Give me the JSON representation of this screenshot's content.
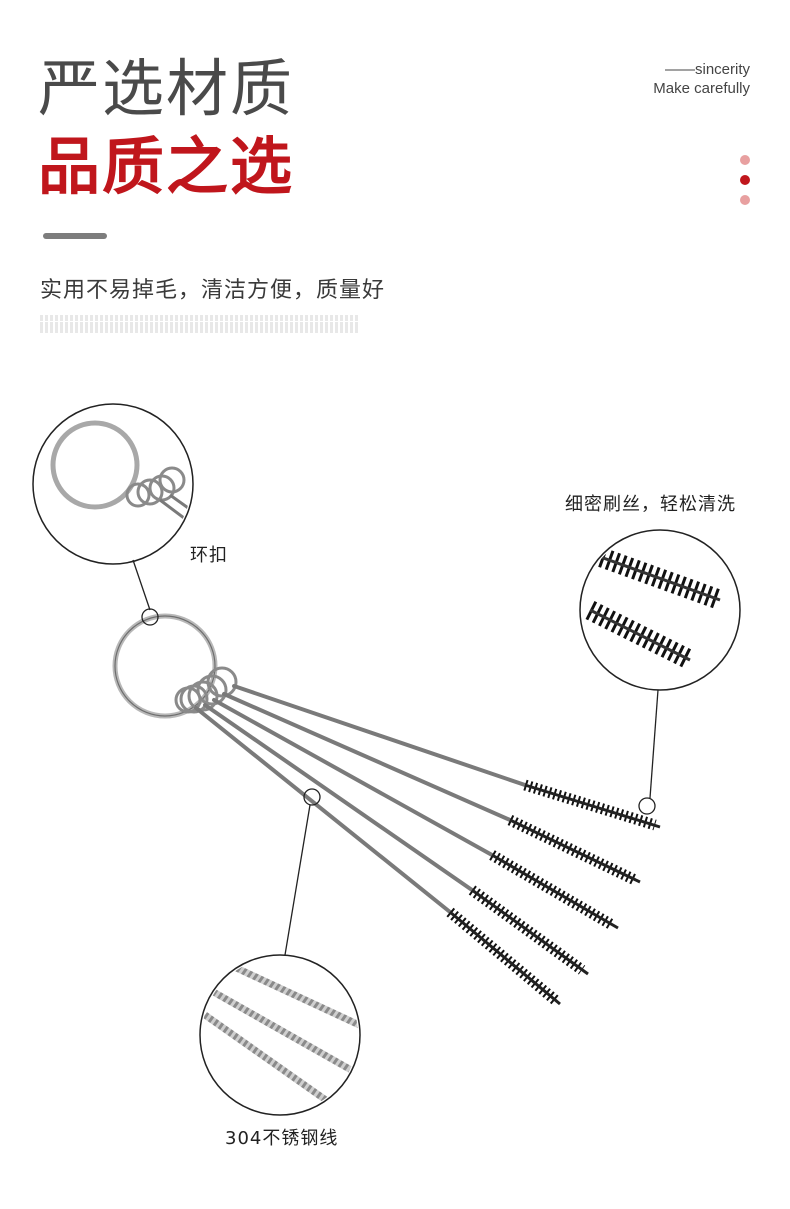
{
  "header": {
    "title": "严选材质",
    "subtitle": "品质之选",
    "tagline": "实用不易掉毛，清洁方便，质量好",
    "slogan_line1": "——sincerity",
    "slogan_line2": "Make carefully"
  },
  "callouts": {
    "ring": "环扣",
    "bristle": "细密刷丝，轻松清洗",
    "wire": "304不锈钢线"
  },
  "colors": {
    "accent_red": "#c0161c",
    "title_gray": "#4a4a4a",
    "dot_light": "#e8a0a0",
    "dot_dark": "#c0161c"
  }
}
